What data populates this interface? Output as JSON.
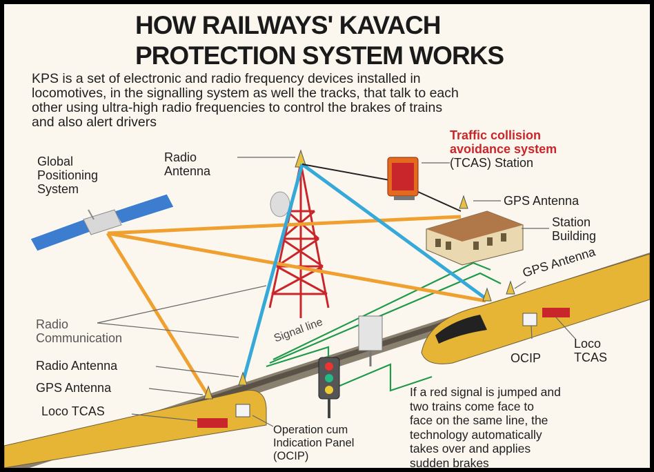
{
  "title": {
    "line1": "HOW RAILWAYS' KAVACH",
    "line2": "PROTECTION SYSTEM WORKS"
  },
  "intro": {
    "line1": "KPS is a set of electronic and radio frequency devices installed in",
    "line2": "locomotives, in the signalling system as well the tracks, that talk to each",
    "line3": "other using ultra-high radio frequencies to control the brakes of trains",
    "line4": "and also alert drivers"
  },
  "labels": {
    "gps_line1": "Global",
    "gps_line2": "Positioning",
    "gps_line3": "System",
    "radio_antenna_tower_line1": "Radio",
    "radio_antenna_tower_line2": "Antenna",
    "tcas_line1": "Traffic collision",
    "tcas_line2": "avoidance system",
    "tcas_line3": "(TCAS) Station",
    "gps_antenna_station": "GPS Antenna",
    "station_line1": "Station",
    "station_line2": "Building",
    "gps_antenna_train_right": "GPS Antenna",
    "radio_comm_line1": "Radio",
    "radio_comm_line2": "Communication",
    "signal_line": "Signal line",
    "ocip_right": "OCIP",
    "loco_tcas_right_line1": "Loco",
    "loco_tcas_right_line2": "TCAS",
    "radio_antenna_left": "Radio Antenna",
    "gps_antenna_left": "GPS Antenna",
    "loco_tcas_left": "Loco TCAS",
    "ocip_left_line1": "Operation cum",
    "ocip_left_line2": "Indication Panel",
    "ocip_left_line3": "(OCIP)"
  },
  "note": {
    "line1": "If a red signal is jumped and",
    "line2": "two trains come face to",
    "line3": "face on the same line, the",
    "line4": "technology automatically",
    "line5": "takes over and applies",
    "line6": "sudden brakes"
  },
  "colors": {
    "gps_link": "#f0a030",
    "radio_link": "#36a9d9",
    "signal_line": "#1f9a4a",
    "tower": "#c8262b",
    "train_body": "#e6b535",
    "accent_red": "#c8262b"
  }
}
